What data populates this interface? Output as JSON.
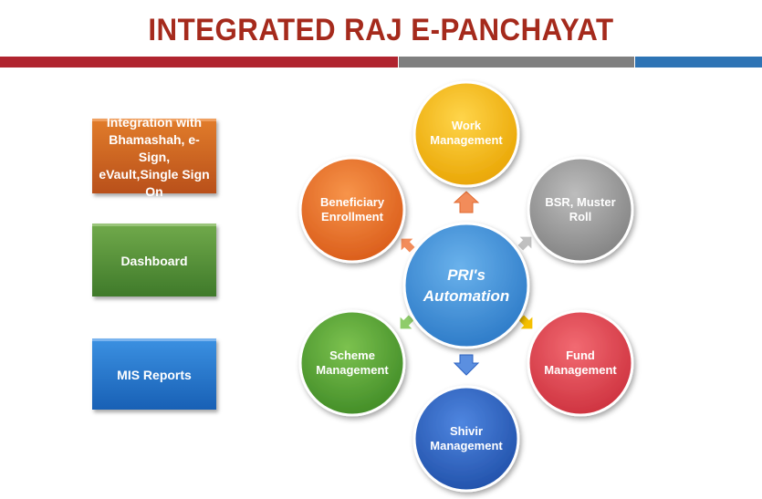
{
  "title": "INTEGRATED RAJ E-PANCHAYAT",
  "left_boxes": {
    "integration": "Integration with Bhamashah, e-Sign, eVault,Single Sign On",
    "dashboard": "Dashboard",
    "mis": "MIS Reports"
  },
  "center": {
    "line1": "PRI's",
    "line2": "Automation"
  },
  "nodes": {
    "work": [
      "Work",
      "Management"
    ],
    "bsr": [
      "BSR, Muster",
      "Roll"
    ],
    "fund": [
      "Fund",
      "Management"
    ],
    "shivir": [
      "Shivir",
      "Management"
    ],
    "scheme": [
      "Scheme",
      "Management"
    ],
    "beneficiary": [
      "Beneficiary",
      "Enrollment"
    ]
  },
  "colors": {
    "title": "#a52a1c",
    "work": "#f5b800",
    "bsr": "#9a9a9a",
    "fund": "#e0404e",
    "shivir": "#2e63c2",
    "scheme": "#5aa032",
    "beneficiary": "#e8722a",
    "center": "#3c8fd6"
  }
}
